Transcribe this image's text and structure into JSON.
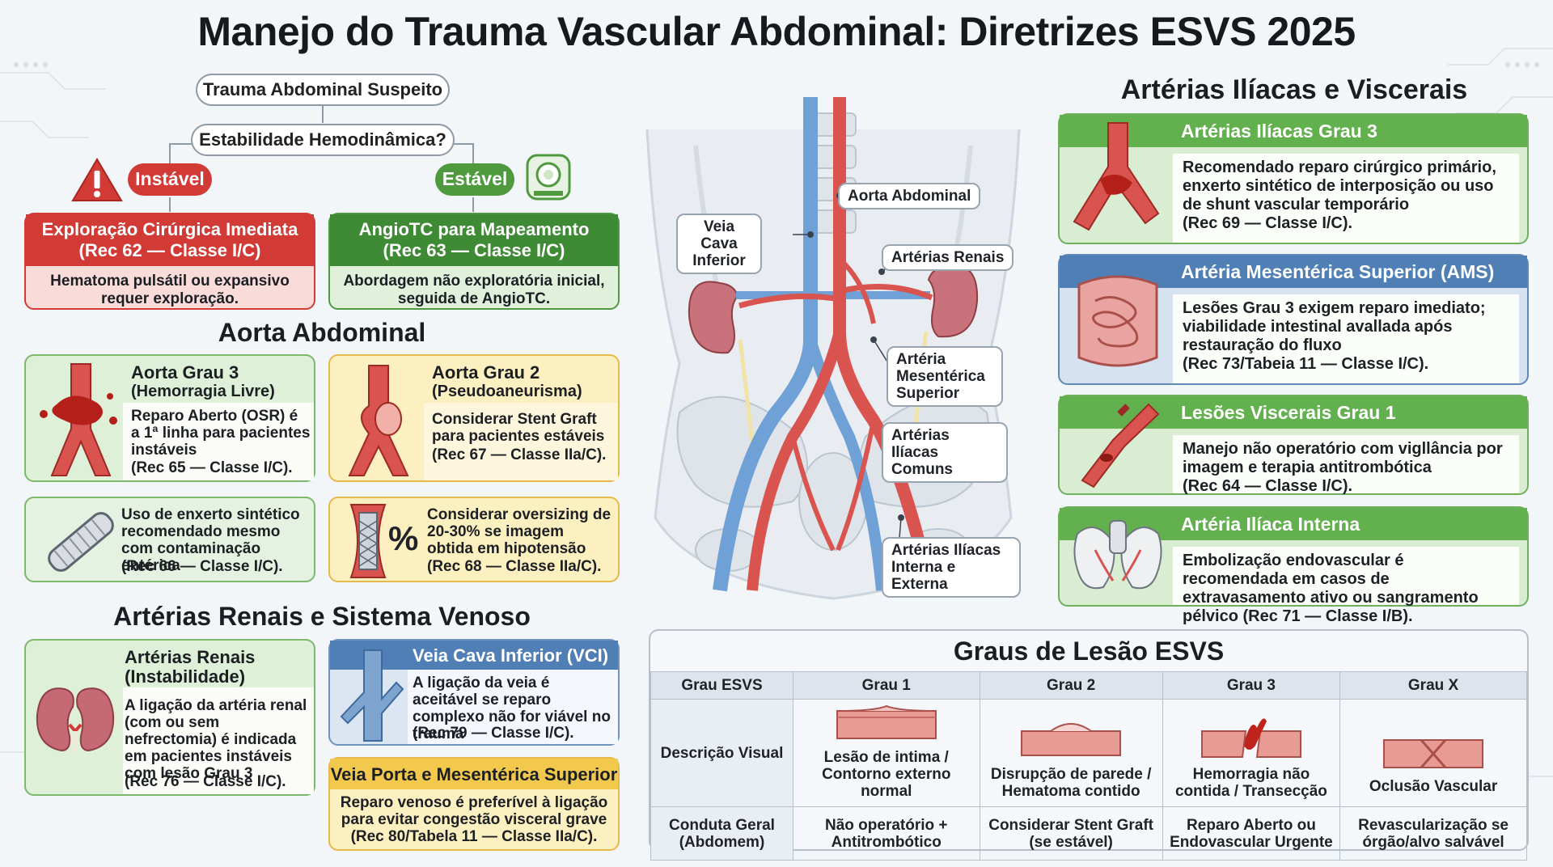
{
  "title": "Manejo do Trauma Vascular Abdominal: Diretrizes ESVS 2025",
  "colors": {
    "red": "#d23b35",
    "green": "#4f9a3f",
    "yellow": "#f2c94c",
    "blue": "#4f7fb5"
  },
  "flow": {
    "start": "Trauma Abdominal Suspeito",
    "question": "Estabilidade Hemodinâmica?",
    "unstable_tag": "Instável",
    "stable_tag": "Estável",
    "unstable_card": {
      "title": "Exploração Cirúrgica Imediata",
      "rec": "(Rec 62 — Classe I/C)",
      "body": "Hematoma pulsátil ou expansivo requer exploração."
    },
    "stable_card": {
      "title": "AngioTC para Mapeamento",
      "rec": "(Rec 63 — Classe I/C)",
      "body": "Abordagem não exploratória inicial, seguida de AngioTC."
    }
  },
  "aorta": {
    "heading": "Aorta Abdominal",
    "g3": {
      "title": "Aorta Grau 3",
      "sub": "(Hemorragia Livre)",
      "body": "Reparo Aberto (OSR) é a 1ª linha para pacientes instáveis",
      "rec": "(Rec 65 — Classe I/C)."
    },
    "g2": {
      "title": "Aorta Grau 2",
      "sub": "(Pseudoaneurisma)",
      "body": "Considerar Stent Graft para pacientes estáveis",
      "rec": "(Rec 67 — Classe IIa/C)."
    },
    "graft": {
      "body": "Uso de enxerto sintético recomendado mesmo com contaminação entérica",
      "rec": "(Rec 66 — Classe I/C)."
    },
    "oversize": {
      "symbol": "%",
      "body": "Considerar oversizing de 20-30% se imagem obtida em hipotensão",
      "rec": "(Rec 68 — Classe IIa/C)."
    }
  },
  "renal": {
    "heading": "Artérias Renais e Sistema Venoso",
    "renal_card": {
      "title": "Artérias Renais",
      "sub": "(Instabilidade)",
      "body": "A ligação da artéria renal (com ou sem nefrectomia) é indicada em pacientes instáveis com lesão Grau 3",
      "rec": "(Rec 76 — Classe I/C)."
    },
    "vci": {
      "title": "Veia Cava Inferior (VCI)",
      "body": "A ligação da veia é aceitável se reparo complexo não for viável no trauma",
      "rec": "(Rec 79 — Classe I/C)."
    },
    "porta": {
      "title": "Veia Porta e Mesentérica Superior",
      "body": "Reparo venoso é preferível à ligação para evitar congestão visceral grave (Rec 80/Tabela 11 — Classe IIa/C)."
    }
  },
  "anatomy": {
    "labels": {
      "aorta": "Aorta Abdominal",
      "vci": "Veia Cava Inferior",
      "renais": "Artérias Renais",
      "ams": "Artéria Mesentérica Superior",
      "iliacas_comuns": "Artérias Ilíacas Comuns",
      "iliacas_int_ext": "Artérias Ilíacas Interna e Externa"
    }
  },
  "iliac_visceral": {
    "heading": "Artérias Ilíacas e Viscerais",
    "panels": [
      {
        "title": "Artérias Ilíacas Grau 3",
        "body": "Recomendado reparo cirúrgico primário, enxerto sintético de interposição ou uso de shunt vascular temporário",
        "rec": "(Rec 69 — Classe I/C)."
      },
      {
        "title": "Artéria Mesentérica Superior (AMS)",
        "body": "Lesões Grau 3 exigem reparo imediato; viabilidade intestinal avallada após restauração do fluxo",
        "rec": "(Rec 73/Tabeia 11 — Classe I/C)."
      },
      {
        "title": "Lesões Viscerais Grau 1",
        "body": "Manejo não operatório com vigllância por imagem e terapia antitrombótica",
        "rec": "(Rec 64 — Classe I/C)."
      },
      {
        "title": "Artéria Ilíaca Interna",
        "body": "Embolização endovascular é recomendada em casos de extravasamento ativo ou sangramento pélvico (Rec 71 — Classe I/B).",
        "rec": ""
      }
    ]
  },
  "grades": {
    "heading": "Graus de Lesão ESVS",
    "columns": [
      "Grau ESVS",
      "Grau 1",
      "Grau 2",
      "Grau 3",
      "Grau X"
    ],
    "visual_label": "Descrição Visual",
    "visual": [
      "Lesão de intima / Contorno externo normal",
      "Disrupção de parede / Hematoma contido",
      "Hemorragia não contida / Transecção",
      "Oclusão Vascular"
    ],
    "conduct_label": "Conduta Geral (Abdomem)",
    "conduct": [
      "Não operatório + Antitrombótico",
      "Considerar Stent Graft (se estável)",
      "Reparo Aberto ou Endovascular Urgente",
      "Revascularização se órgão/alvo salvável"
    ]
  }
}
